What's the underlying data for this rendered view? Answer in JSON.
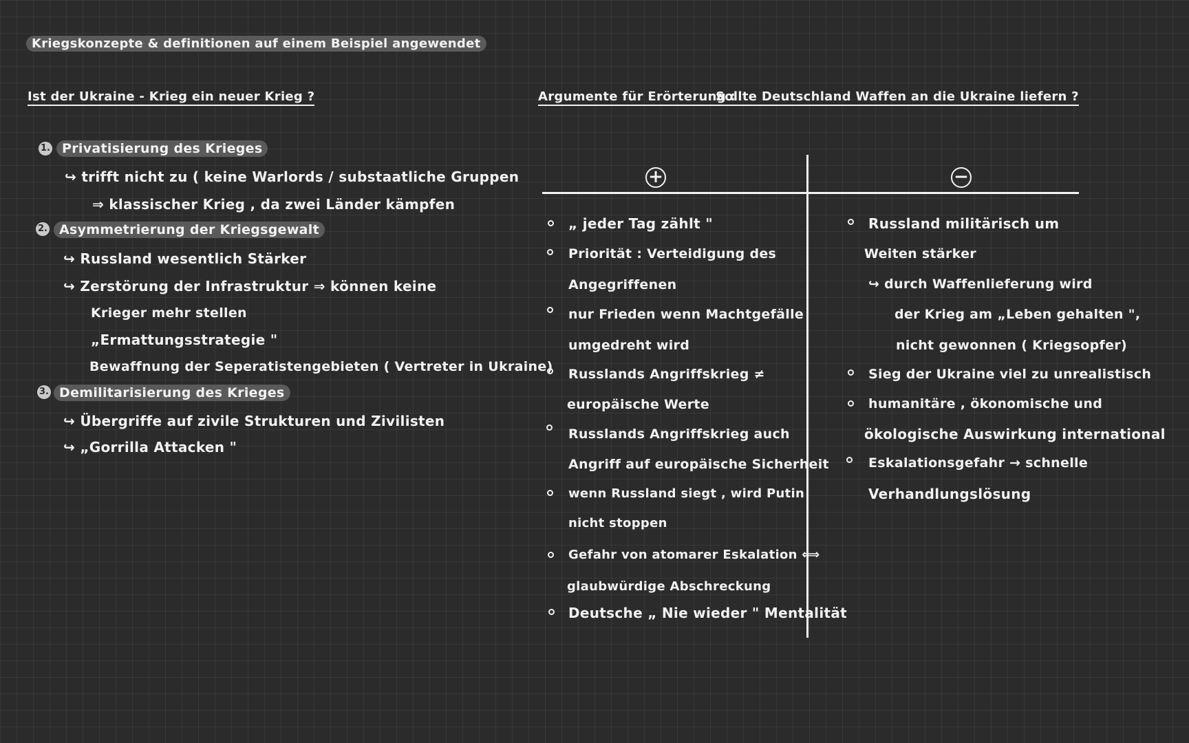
{
  "page_title": "Kriegskonzepte & definitionen auf einem Beispiel angewendet",
  "left": {
    "heading": "Ist der Ukraine - Krieg ein neuer Krieg ?",
    "points": [
      {
        "num": "1.",
        "title": "Privatisierung des Krieges"
      },
      {
        "num": "2.",
        "title": "Asymmetrierung der Kriegsgewalt"
      },
      {
        "num": "3.",
        "title": "Demilitarisierung des Krieges"
      }
    ],
    "lines": [
      "↪ trifft nicht zu ( keine Warlords / substaatliche Gruppen",
      "⇒ klassischer Krieg , da zwei Länder kämpfen",
      "↪ Russland wesentlich Stärker",
      "↪ Zerstörung der Infrastruktur ⇒ können keine",
      "Krieger mehr stellen",
      "„Ermattungsstrategie \"",
      "Bewaffnung der Seperatistengebieten ( Vertreter in Ukraine)",
      "↪ Übergriffe auf zivile Strukturen und Zivilisten",
      "↪ „Gorrilla Attacken \""
    ]
  },
  "right": {
    "heading_prefix": "Argumente für Erörterung :",
    "heading_question": "Sollte Deutschland Waffen an die Ukraine liefern ?",
    "pro_symbol": "+",
    "contra_symbol": "−",
    "pro_lines": [
      "„ jeder Tag zählt \"",
      "Priorität : Verteidigung des",
      "Angegriffenen",
      "nur Frieden wenn Machtgefälle",
      "umgedreht wird",
      "Russlands Angriffskrieg ≠",
      "europäische Werte",
      "Russlands Angriffskrieg auch",
      "Angriff auf europäische Sicherheit",
      "wenn Russland siegt , wird Putin",
      "nicht stoppen",
      "Gefahr von atomarer Eskalation ⟺",
      "glaubwürdige Abschreckung",
      "Deutsche „ Nie wieder \" Mentalität"
    ],
    "contra_lines": [
      "Russland militärisch um",
      "Weiten stärker",
      "↪ durch Waffenlieferung wird",
      "der Krieg am „Leben gehalten \",",
      "nicht gewonnen ( Kriegsopfer)",
      "Sieg der Ukraine viel zu unrealistisch",
      "humanitäre , ökonomische und",
      "ökologische Auswirkung international",
      "Eskalationsgefahr → schnelle",
      "Verhandlungslösung"
    ]
  }
}
